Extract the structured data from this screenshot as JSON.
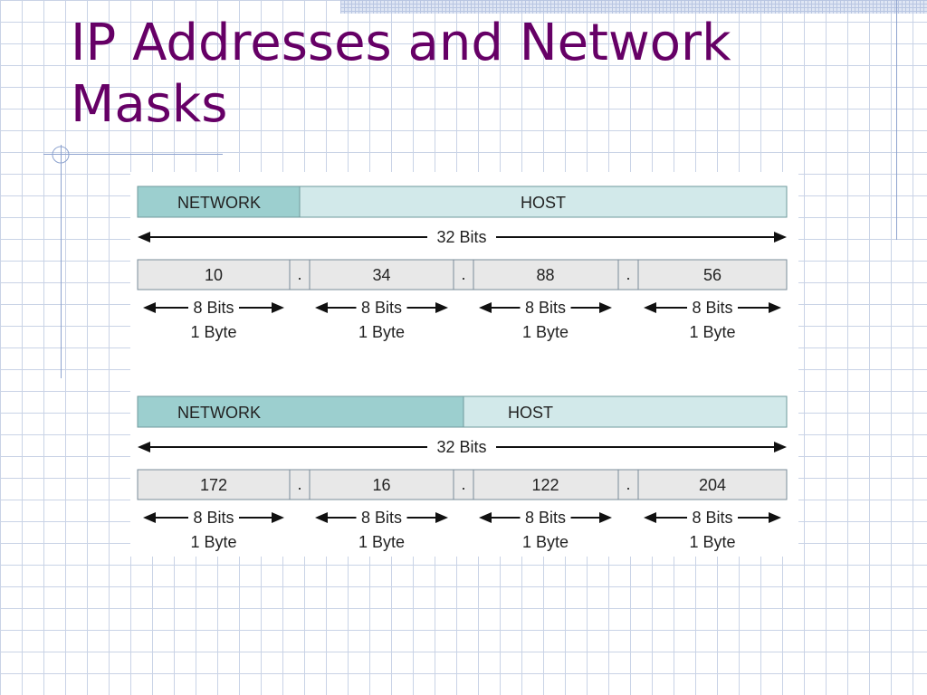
{
  "slide": {
    "title": "IP Addresses and Network Masks"
  },
  "colors": {
    "title": "#660066",
    "network_fill": "#9ccfcf",
    "host_fill": "#d2e9ea",
    "octet_fill": "#e8e8e8",
    "grid_line": "#c9d3e6"
  },
  "diagrams": [
    {
      "network_label": "NETWORK",
      "host_label": "HOST",
      "network_octets": 1,
      "total_label": "32 Bits",
      "octets": [
        "10",
        "34",
        "88",
        "56"
      ],
      "separator": ".",
      "octet_bits_label": "8 Bits",
      "octet_bytes_label": "1 Byte"
    },
    {
      "network_label": "NETWORK",
      "host_label": "HOST",
      "network_octets": 2,
      "total_label": "32 Bits",
      "octets": [
        "172",
        "16",
        "122",
        "204"
      ],
      "separator": ".",
      "octet_bits_label": "8 Bits",
      "octet_bytes_label": "1 Byte"
    }
  ]
}
